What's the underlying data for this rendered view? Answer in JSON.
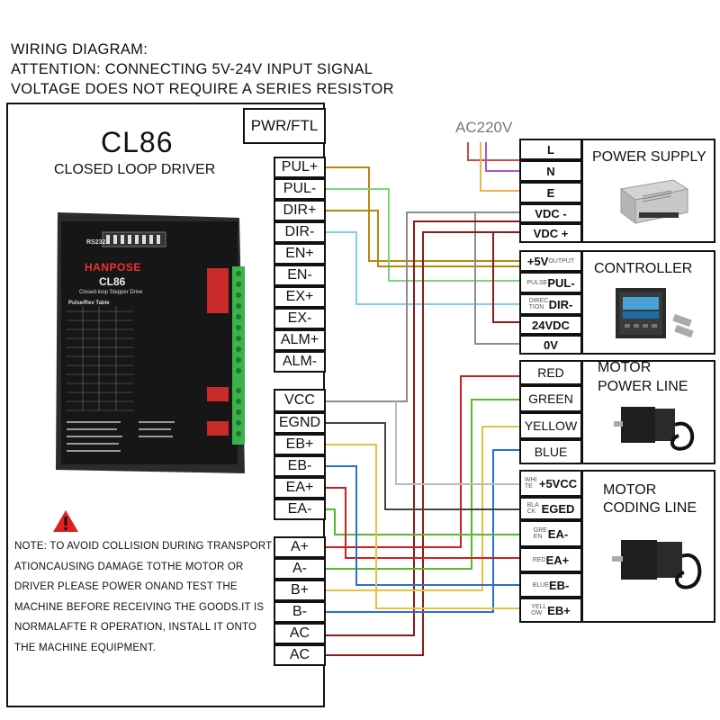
{
  "header": {
    "line1": "WIRING DIAGRAM:",
    "line2": "ATTENTION: CONNECTING 5V-24V INPUT SIGNAL",
    "line3": "VOLTAGE DOES NOT REQUIRE A SERIES RESISTOR"
  },
  "driver": {
    "model": "CL86",
    "subtitle": "CLOSED LOOP DRIVER",
    "pwr_ftl": "PWR/FTL",
    "photo": {
      "brand": "HANPOSE",
      "model": "CL86",
      "desc": "Closed-loop Stepper Drive",
      "rs232": "RS232",
      "table_title": "Pulse/Rev Table"
    },
    "terminals_signal": [
      "PUL+",
      "PUL-",
      "DIR+",
      "DIR-",
      "EN+",
      "EN-",
      "EX+",
      "EX-",
      "ALM+",
      "ALM-"
    ],
    "terminals_encoder": [
      "VCC",
      "EGND",
      "EB+",
      "EB-",
      "EA+",
      "EA-"
    ],
    "terminals_motor": [
      "A+",
      "A-",
      "B+",
      "B-",
      "AC",
      "AC"
    ]
  },
  "note": "NOTE: TO AVOID COLLISION DURING TRANSPORT ATIONCAUSING DAMAGE TOTHE MOTOR OR DRIVER PLEASE POWER ONAND TEST THE MACHINE BEFORE RECEIVING THE GOODS.IT IS NORMALAFTE R OPERATION, INSTALL IT ONTO THE MACHINE EQUIPMENT.",
  "power_supply": {
    "ac_label": "AC220V",
    "title": "POWER SUPPLY",
    "terminals": [
      "L",
      "N",
      "E",
      "VDC -",
      "VDC +"
    ]
  },
  "controller": {
    "title": "CONTROLLER",
    "terminals": [
      {
        "small": "",
        "label": "+5V",
        "suffix": "OUTPUT"
      },
      {
        "small": "PULSE",
        "label": "PUL-",
        "suffix": ""
      },
      {
        "small": "DIRECTION",
        "label": "DIR-",
        "suffix": ""
      },
      {
        "small": "",
        "label": "24VDC",
        "suffix": ""
      },
      {
        "small": "",
        "label": "0V",
        "suffix": ""
      }
    ]
  },
  "motor_power": {
    "title_line1": "MOTOR",
    "title_line2": "POWER LINE",
    "terminals": [
      "RED",
      "GREEN",
      "YELLOW",
      "BLUE"
    ]
  },
  "motor_coding": {
    "title_line1": "MOTOR",
    "title_line2": "CODING LINE",
    "terminals": [
      {
        "color": "WHITE",
        "label": "+5VCC"
      },
      {
        "color": "BLACK",
        "label": "EGED"
      },
      {
        "color": "GREEN",
        "label": "EA-"
      },
      {
        "color": "RED",
        "label": "EA+"
      },
      {
        "color": "BLUE",
        "label": "EB-"
      },
      {
        "color": "YELLOW",
        "label": "EB+"
      }
    ]
  },
  "colors": {
    "gold": "#b8860b",
    "green": "#7ed37e",
    "cyan": "#7ed0e6",
    "gray": "#8c8c8c",
    "darkred": "#8b1a1a",
    "red": "#d41c1c",
    "lime": "#55b832",
    "yellow": "#e8c040",
    "blue": "#2a6ed4",
    "purple": "#a35bc7",
    "orange": "#f0b050"
  }
}
